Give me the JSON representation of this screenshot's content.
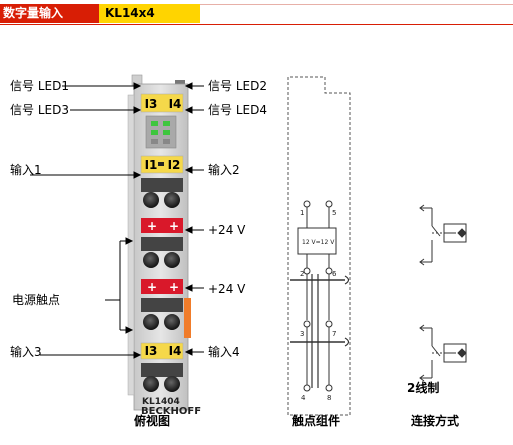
{
  "header": {
    "category": "数字量输入",
    "model": "KL14x4"
  },
  "labels": {
    "led1": "信号 LED1",
    "led2": "信号 LED2",
    "led3": "信号 LED3",
    "led4": "信号 LED4",
    "input1": "输入1",
    "input2": "输入2",
    "input3": "输入3",
    "input4": "输入4",
    "power1": "+24 V",
    "power2": "+24 V",
    "power_contacts": "电源触点"
  },
  "terminal": {
    "led_tag_left": "I3",
    "led_tag_right": "I4",
    "input_tag_left": "I1",
    "input_tag_right": "I2",
    "bottom_tag_left": "I3",
    "bottom_tag_right": "I4",
    "plus_sign": "+",
    "model_text": "KL1404",
    "brand_text": "BECKHOFF"
  },
  "circuit": {
    "pin1": "1",
    "pin5": "5",
    "pin2": "2",
    "pin6": "6",
    "pin3": "3",
    "pin7": "7",
    "pin4": "4",
    "pin8": "8",
    "block_text": "12 V=12 V"
  },
  "captions": {
    "front_view": "俯视图",
    "contact_assembly": "触点组件",
    "connection": "连接方式",
    "two_wire": "2线制"
  },
  "colors": {
    "header_red": "#d81e05",
    "header_yellow": "#ffd400",
    "label_yellow": "#f5d84a",
    "led_green": "#3ec63e",
    "power_red": "#d9182a",
    "orange": "#f07c2a"
  }
}
